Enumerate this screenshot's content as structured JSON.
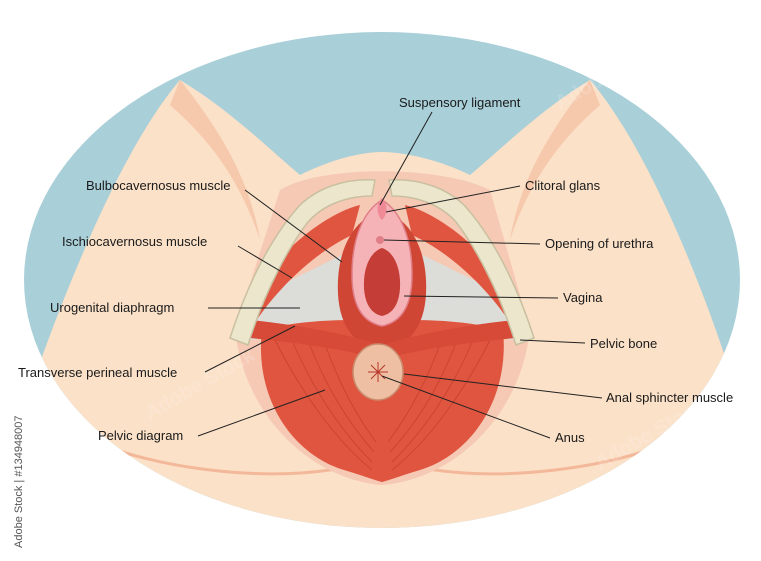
{
  "labels": {
    "suspensory_ligament": "Suspensory ligament",
    "bulbocavernosus_muscle": "Bulbocavernosus muscle",
    "clitoral_glans": "Clitoral glans",
    "ischiocavernosus_muscle": "Ischiocavernosus muscle",
    "opening_of_urethra": "Opening of urethra",
    "urogenital_diaphragm": "Urogenital diaphragm",
    "vagina": "Vagina",
    "pelvic_bone": "Pelvic bone",
    "transverse_perineal_muscle": "Transverse perineal muscle",
    "anal_sphincter_muscle": "Anal sphincter muscle",
    "pelvic_diagram": "Pelvic diagram",
    "anus": "Anus"
  },
  "credit": "Adobe Stock | #134948007",
  "watermark": "Adobe Stock",
  "colors": {
    "background_ellipse": "#a9cfd8",
    "skin": "#fbe1c8",
    "skin_shadow": "#f3b89a",
    "muscle": "#e0553f",
    "muscle_dark": "#b8372a",
    "bone": "#ece6cd",
    "bone_edge": "#c9c0a0",
    "diaphragm": "#dcdcd8",
    "vulva_pink": "#f6b3b7",
    "anus": "#eebfa2"
  }
}
